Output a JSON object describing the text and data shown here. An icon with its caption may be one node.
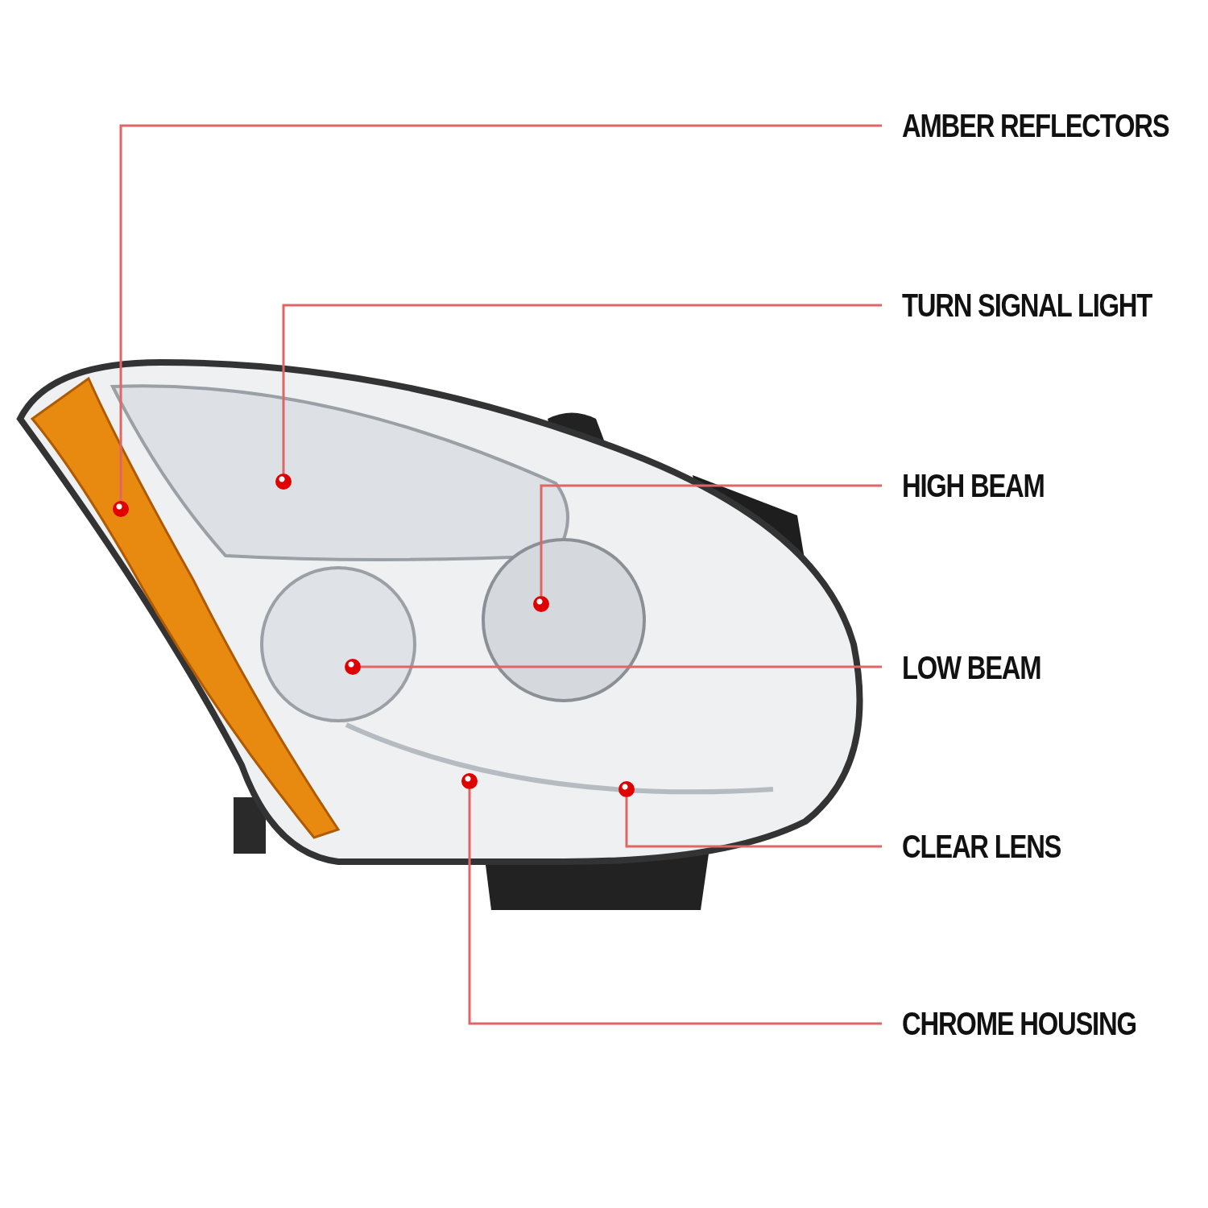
{
  "diagram": {
    "nodes": [
      {
        "text": [
          "AMBER REFLECTORS"
        ]
      },
      {
        "text": [
          "TURN SIGNAL LIGHT"
        ]
      },
      {
        "text": [
          "HIGH BEAM"
        ]
      },
      {
        "text": [
          "LOW BEAM"
        ]
      },
      {
        "text": [
          "CLEAR LENS"
        ]
      },
      {
        "text": [
          "CHROME HOUSING"
        ]
      },
      {
        "text": [],
        "shape": "circle"
      },
      {
        "text": [],
        "shape": "circle"
      },
      {
        "text": [],
        "shape": "circle"
      },
      {
        "text": [],
        "shape": "circle"
      },
      {
        "text": [],
        "shape": "circle"
      },
      {
        "text": [],
        "shape": "circle"
      }
    ],
    "edges": [
      {
        "from": 0,
        "to": 7,
        "arrow": "none"
      },
      {
        "from": 1,
        "to": 6,
        "arrow": "none"
      },
      {
        "from": 2,
        "to": 8,
        "arrow": "none"
      },
      {
        "from": 3,
        "to": 9,
        "arrow": "none"
      },
      {
        "from": 4,
        "to": 11,
        "arrow": "none"
      },
      {
        "from": 5,
        "to": 10,
        "arrow": "none"
      }
    ]
  }
}
